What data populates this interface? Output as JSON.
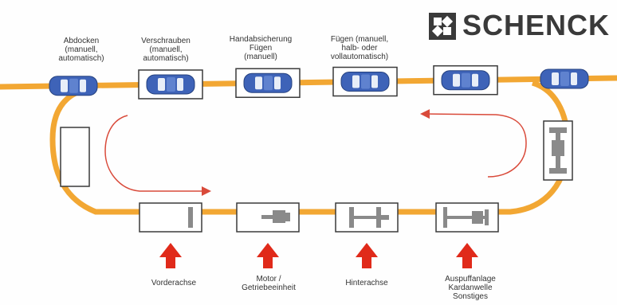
{
  "brand": {
    "name": "SCHENCK",
    "color": "#3a3a3a"
  },
  "colors": {
    "conveyor": "#f2a733",
    "car_body": "#3e63b8",
    "arrow_red": "#e02a1a",
    "flow_arrow": "#d94a3a",
    "station_fill": "#ffffff",
    "station_stroke": "#3a3a3a",
    "part_gray": "#8a8a8a"
  },
  "top_labels": [
    {
      "text": "Abdocken\n(manuell,\nautomatisch)"
    },
    {
      "text": "Verschrauben\n(manuell,\nautomatisch)"
    },
    {
      "text": "Handabsicherung\nFügen\n(manuell)"
    },
    {
      "text": "Fügen (manuell,\nhalb- oder\nvollautomatisch)"
    }
  ],
  "bottom_labels": [
    {
      "text": "Vorderachse"
    },
    {
      "text": "Motor /\nGetriebeeinheit"
    },
    {
      "text": "Hinterachse"
    },
    {
      "text": "Auspuffanlage\nKardanwelle\nSonstiges"
    }
  ],
  "top_stations": [
    {
      "name": "car-free-1",
      "boxed": false
    },
    {
      "name": "station-verschrauben",
      "boxed": true
    },
    {
      "name": "station-handabsicherung",
      "boxed": true
    },
    {
      "name": "station-fuegen",
      "boxed": true
    },
    {
      "name": "station-5",
      "boxed": true
    },
    {
      "name": "car-free-2",
      "boxed": false
    }
  ],
  "bottom_stations": [
    {
      "name": "station-vorderachse",
      "part": "front-axle"
    },
    {
      "name": "station-motor",
      "part": "engine"
    },
    {
      "name": "station-hinterachse",
      "part": "rear-axle"
    },
    {
      "name": "station-auspuff",
      "part": "exhaust"
    }
  ]
}
